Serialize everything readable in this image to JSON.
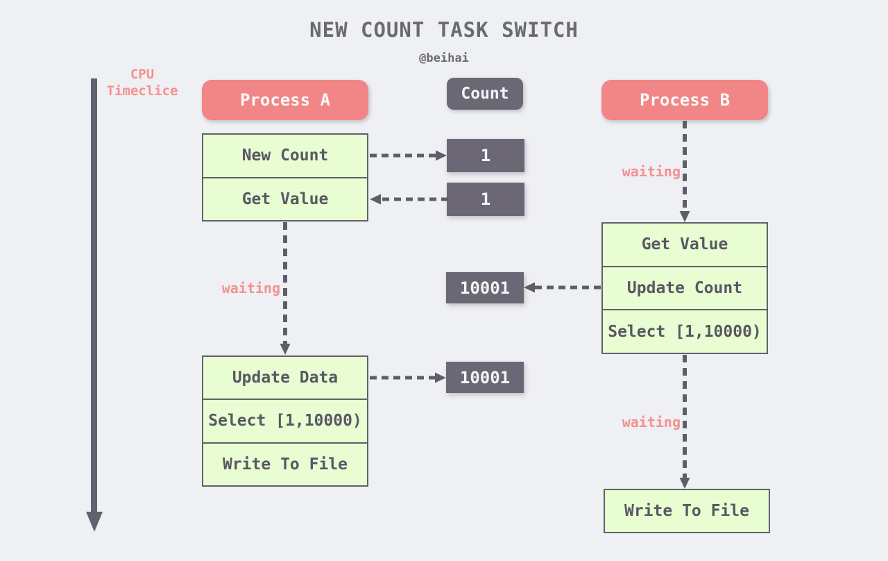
{
  "title": "NEW COUNT TASK SWITCH",
  "subtitle": "@beihai",
  "timeline": {
    "label_line1": "CPU",
    "label_line2": "Timeclice"
  },
  "process_a": {
    "header": "Process A",
    "block1": [
      "New Count",
      "Get Value"
    ],
    "waiting": "waiting",
    "block2": [
      "Update Data",
      "Select [1,10000)",
      "Write To File"
    ]
  },
  "count": {
    "header": "Count",
    "values": [
      "1",
      "1",
      "10001",
      "10001"
    ]
  },
  "process_b": {
    "header": "Process B",
    "waiting1": "waiting",
    "block1": [
      "Get Value",
      "Update Count",
      "Select [1,10000)"
    ],
    "waiting2": "waiting",
    "block2": [
      "Write To File"
    ]
  },
  "colors": {
    "background": "#eff0f3",
    "process_header": "#f28585",
    "dark_box": "#6b6774",
    "green_box": "#e8fdd2",
    "line_gray": "#5e5e69",
    "pink_text": "#f5908f"
  }
}
